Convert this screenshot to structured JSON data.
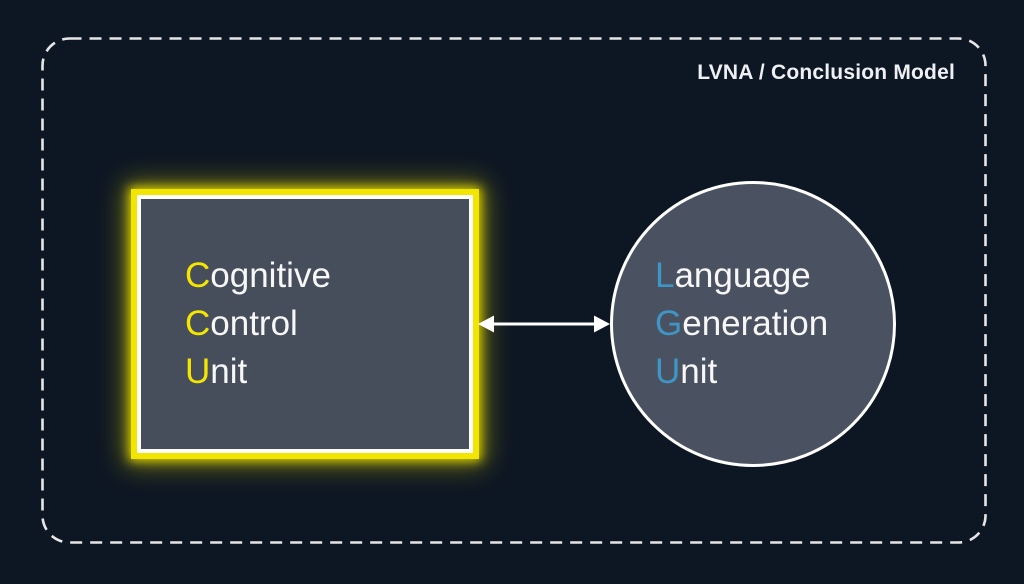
{
  "canvas": {
    "background_color": "#0d1623",
    "frame_border_color": "#e6e6e6"
  },
  "header": {
    "title": "LVNA / Conclusion Model",
    "title_color": "#eef0f4"
  },
  "diagram": {
    "ccu": {
      "shape": "rectangle",
      "fill_color": "#474e5b",
      "border_color": "#ffffff",
      "glow_color": "#f2e600",
      "accent_color": "#f5e600",
      "text_color": "#f7f7f7",
      "lines": [
        {
          "initial": "C",
          "rest": "ognitive"
        },
        {
          "initial": "C",
          "rest": "ontrol"
        },
        {
          "initial": "U",
          "rest": "nit"
        }
      ]
    },
    "lgu": {
      "shape": "circle",
      "fill_color": "#4a5261",
      "border_color": "#ffffff",
      "accent_color": "#3e96c6",
      "text_color": "#f7f7f7",
      "lines": [
        {
          "initial": "L",
          "rest": "anguage"
        },
        {
          "initial": "G",
          "rest": "eneration"
        },
        {
          "initial": "U",
          "rest": "nit"
        }
      ]
    },
    "connector": {
      "type": "double-headed-arrow",
      "color": "#ffffff"
    }
  }
}
